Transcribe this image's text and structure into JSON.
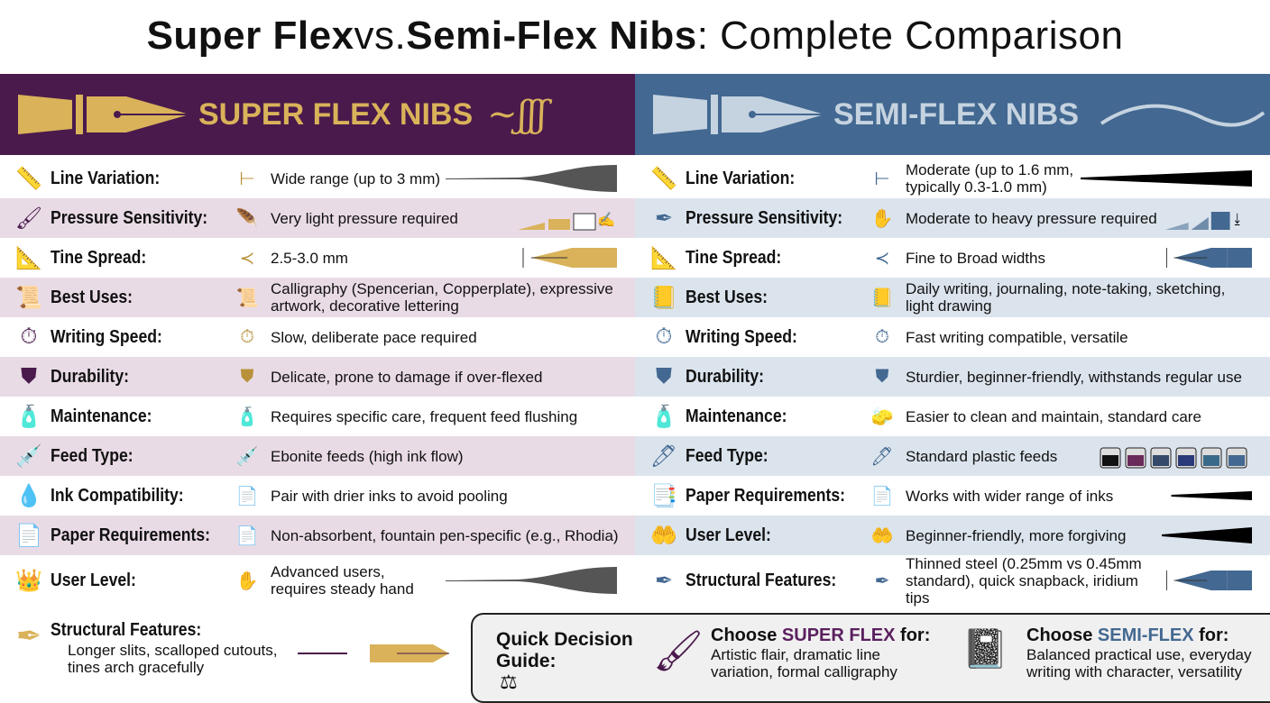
{
  "title": {
    "part1": "Super Flex",
    "part2": " vs. ",
    "part3": "Semi-Flex Nibs",
    "part4": ": Complete Comparison"
  },
  "colors": {
    "purple": "#4a1a4c",
    "blue": "#436891",
    "gold": "#d9b25a",
    "light_blue": "#c5d3e0"
  },
  "super_flex": {
    "header": "SUPER FLEX NIBS",
    "rows": [
      {
        "icon": "ruler-icon",
        "label": "Line Variation:",
        "detail_icon": "line-width-icon",
        "text": "Wide range (up to 3 mm)",
        "visual": "taper-wide"
      },
      {
        "icon": "brush-icon",
        "label": "Pressure Sensitivity:",
        "detail_icon": "feather-icon",
        "text": "Very light pressure required",
        "visual": "pressure-light"
      },
      {
        "icon": "compass-icon",
        "label": "Tine Spread:",
        "detail_icon": "tines-icon",
        "text": "2.5-3.0 mm",
        "visual": "nib"
      },
      {
        "icon": "scroll-icon",
        "label": "Best Uses:",
        "detail_icon": "scroll-icon",
        "text": "Calligraphy (Spencerian, Copperplate), expressive artwork, decorative lettering"
      },
      {
        "icon": "stopwatch-icon",
        "label": "Writing Speed:",
        "detail_icon": "stopwatch-icon",
        "text": "Slow, deliberate pace required"
      },
      {
        "icon": "cracked-shield-icon",
        "label": "Durability:",
        "detail_icon": "cracked-shield-icon",
        "text": "Delicate, prone to damage if over-flexed"
      },
      {
        "icon": "cleaning-kit-icon",
        "label": "Maintenance:",
        "detail_icon": "cleaning-kit-icon",
        "text": "Requires specific care, frequent feed flushing"
      },
      {
        "icon": "dropper-icon",
        "label": "Feed Type:",
        "detail_icon": "dropper-icon",
        "text": "Ebonite feeds (high ink flow)"
      },
      {
        "icon": "ink-drop-icon",
        "label": "Ink Compatibility:",
        "detail_icon": "document-icon",
        "text": "Pair with drier inks to avoid pooling"
      },
      {
        "icon": "paper-icon",
        "label": "Paper Requirements:",
        "detail_icon": "paper-icon",
        "text": "Non-absorbent, fountain pen-specific (e.g., Rhodia)"
      },
      {
        "icon": "crown-hand-icon",
        "label": "User Level:",
        "detail_icon": "hand-icon",
        "text": "Advanced users, requires steady hand",
        "visual": "taper-wide"
      }
    ],
    "structural": {
      "label": "Structural Features:",
      "text": "Longer slits, scalloped cutouts, tines arch gracefully"
    }
  },
  "semi_flex": {
    "header": "SEMI-FLEX NIBS",
    "rows": [
      {
        "icon": "ruler-icon",
        "label": "Line Variation:",
        "detail_icon": "line-width-icon",
        "text": "Moderate (up to 1.6 mm, typically 0.3-1.0 mm)",
        "visual": "taper-moderate"
      },
      {
        "icon": "pen-icon",
        "label": "Pressure Sensitivity:",
        "detail_icon": "hand-icon",
        "text": "Moderate to heavy pressure required",
        "visual": "pressure-heavy"
      },
      {
        "icon": "compass-icon",
        "label": "Tine Spread:",
        "detail_icon": "tines-icon",
        "text": "Fine to Broad widths",
        "visual": "nib"
      },
      {
        "icon": "notebook-icon",
        "label": "Best Uses:",
        "detail_icon": "notebook-icon",
        "text": "Daily writing, journaling, note-taking, sketching, light drawing"
      },
      {
        "icon": "stopwatch-icon",
        "label": "Writing Speed:",
        "detail_icon": "stopwatch-icon",
        "text": "Fast writing compatible, versatile"
      },
      {
        "icon": "shield-icon",
        "label": "Durability:",
        "detail_icon": "shield-icon",
        "text": "Sturdier, beginner-friendly, withstands regular use"
      },
      {
        "icon": "cleaning-kit-icon",
        "label": "Maintenance:",
        "detail_icon": "sponge-icon",
        "text": "Easier to clean and maintain, standard care"
      },
      {
        "icon": "marker-icon",
        "label": "Feed Type:",
        "detail_icon": "marker-icon",
        "text": "Standard plastic feeds",
        "visual": "ink-bottles"
      },
      {
        "icon": "papers-icon",
        "label": "Paper Requirements:",
        "detail_icon": "document-icon",
        "text": "Works with wider range of inks",
        "visual": "taper-thin"
      },
      {
        "icon": "hands-icon",
        "label": "User Level:",
        "detail_icon": "hands-icon",
        "text": "Beginner-friendly, more forgiving",
        "visual": "taper-moderate"
      },
      {
        "icon": "nib-icon",
        "label": "Structural Features:",
        "detail_icon": "nib-icon",
        "text": "Thinned steel (0.25mm vs 0.45mm standard), quick snapback, iridium tips",
        "visual": "nib"
      }
    ]
  },
  "guide": {
    "title": "Quick Decision Guide:",
    "super": {
      "prefix": "Choose ",
      "name": "SUPER FLEX",
      "suffix": " for:",
      "text": "Artistic flair, dramatic line variation, formal calligraphy"
    },
    "semi": {
      "prefix": "Choose ",
      "name": "SEMI-FLEX",
      "suffix": " for:",
      "text": "Balanced practical use, everyday writing with character, versatility"
    }
  }
}
